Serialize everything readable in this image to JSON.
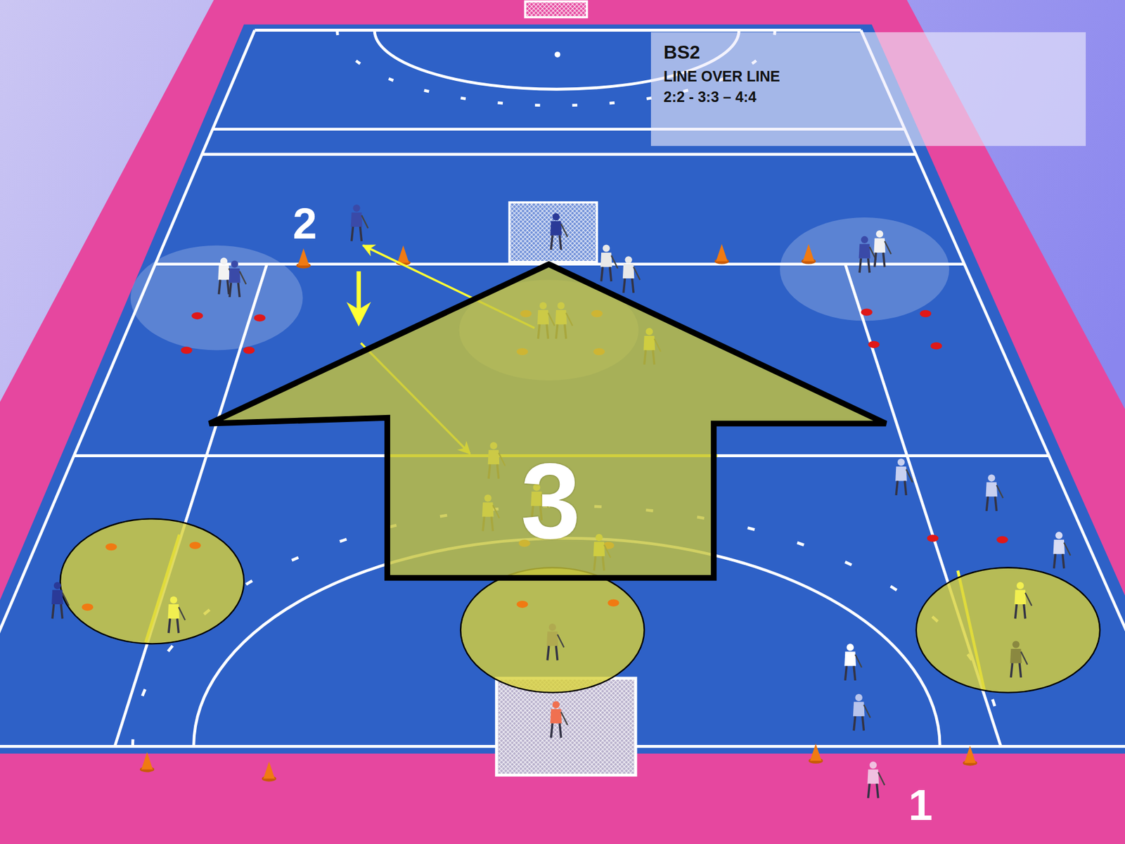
{
  "diagram": {
    "nodes": [
      {
        "text": [
          "BS2",
          "LINE OVER LINE",
          "2:2 - 3:3 – 4:4"
        ]
      },
      {
        "text": [
          "3"
        ]
      }
    ],
    "labels": [
      "2",
      "1"
    ]
  }
}
